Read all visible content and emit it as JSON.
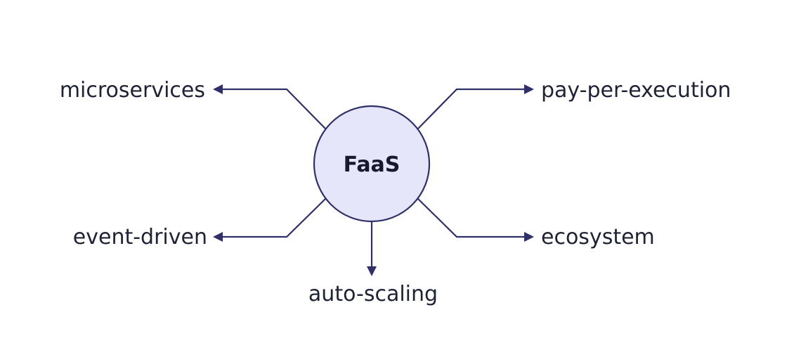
{
  "diagram": {
    "center": {
      "label": "FaaS",
      "fill": "#e6e6fa",
      "stroke": "#2f3068"
    },
    "branches": [
      {
        "id": "microservices",
        "label": "microservices"
      },
      {
        "id": "pay-per-execution",
        "label": "pay-per-execution"
      },
      {
        "id": "event-driven",
        "label": "event-driven"
      },
      {
        "id": "ecosystem",
        "label": "ecosystem"
      },
      {
        "id": "auto-scaling",
        "label": "auto-scaling"
      }
    ],
    "edge_color": "#2f3068",
    "text_color": "#1e2235"
  }
}
